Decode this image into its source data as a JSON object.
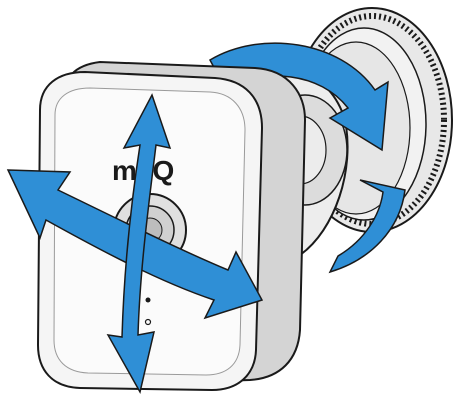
{
  "illustration": {
    "logo_text": "myQ",
    "colors": {
      "arrow": "#2f8fd6",
      "arrow_dark": "#1f6fb0",
      "outline": "#1a1a1a",
      "body_light": "#f4f4f4",
      "body_shade": "#d6d6d6",
      "ring": "#e2e2e2"
    },
    "arrows": [
      {
        "name": "vertical-tilt-arrow",
        "direction": "up-down"
      },
      {
        "name": "horizontal-pan-arrow",
        "direction": "left-right"
      },
      {
        "name": "mount-rotate-arrow",
        "direction": "rotate"
      }
    ]
  }
}
